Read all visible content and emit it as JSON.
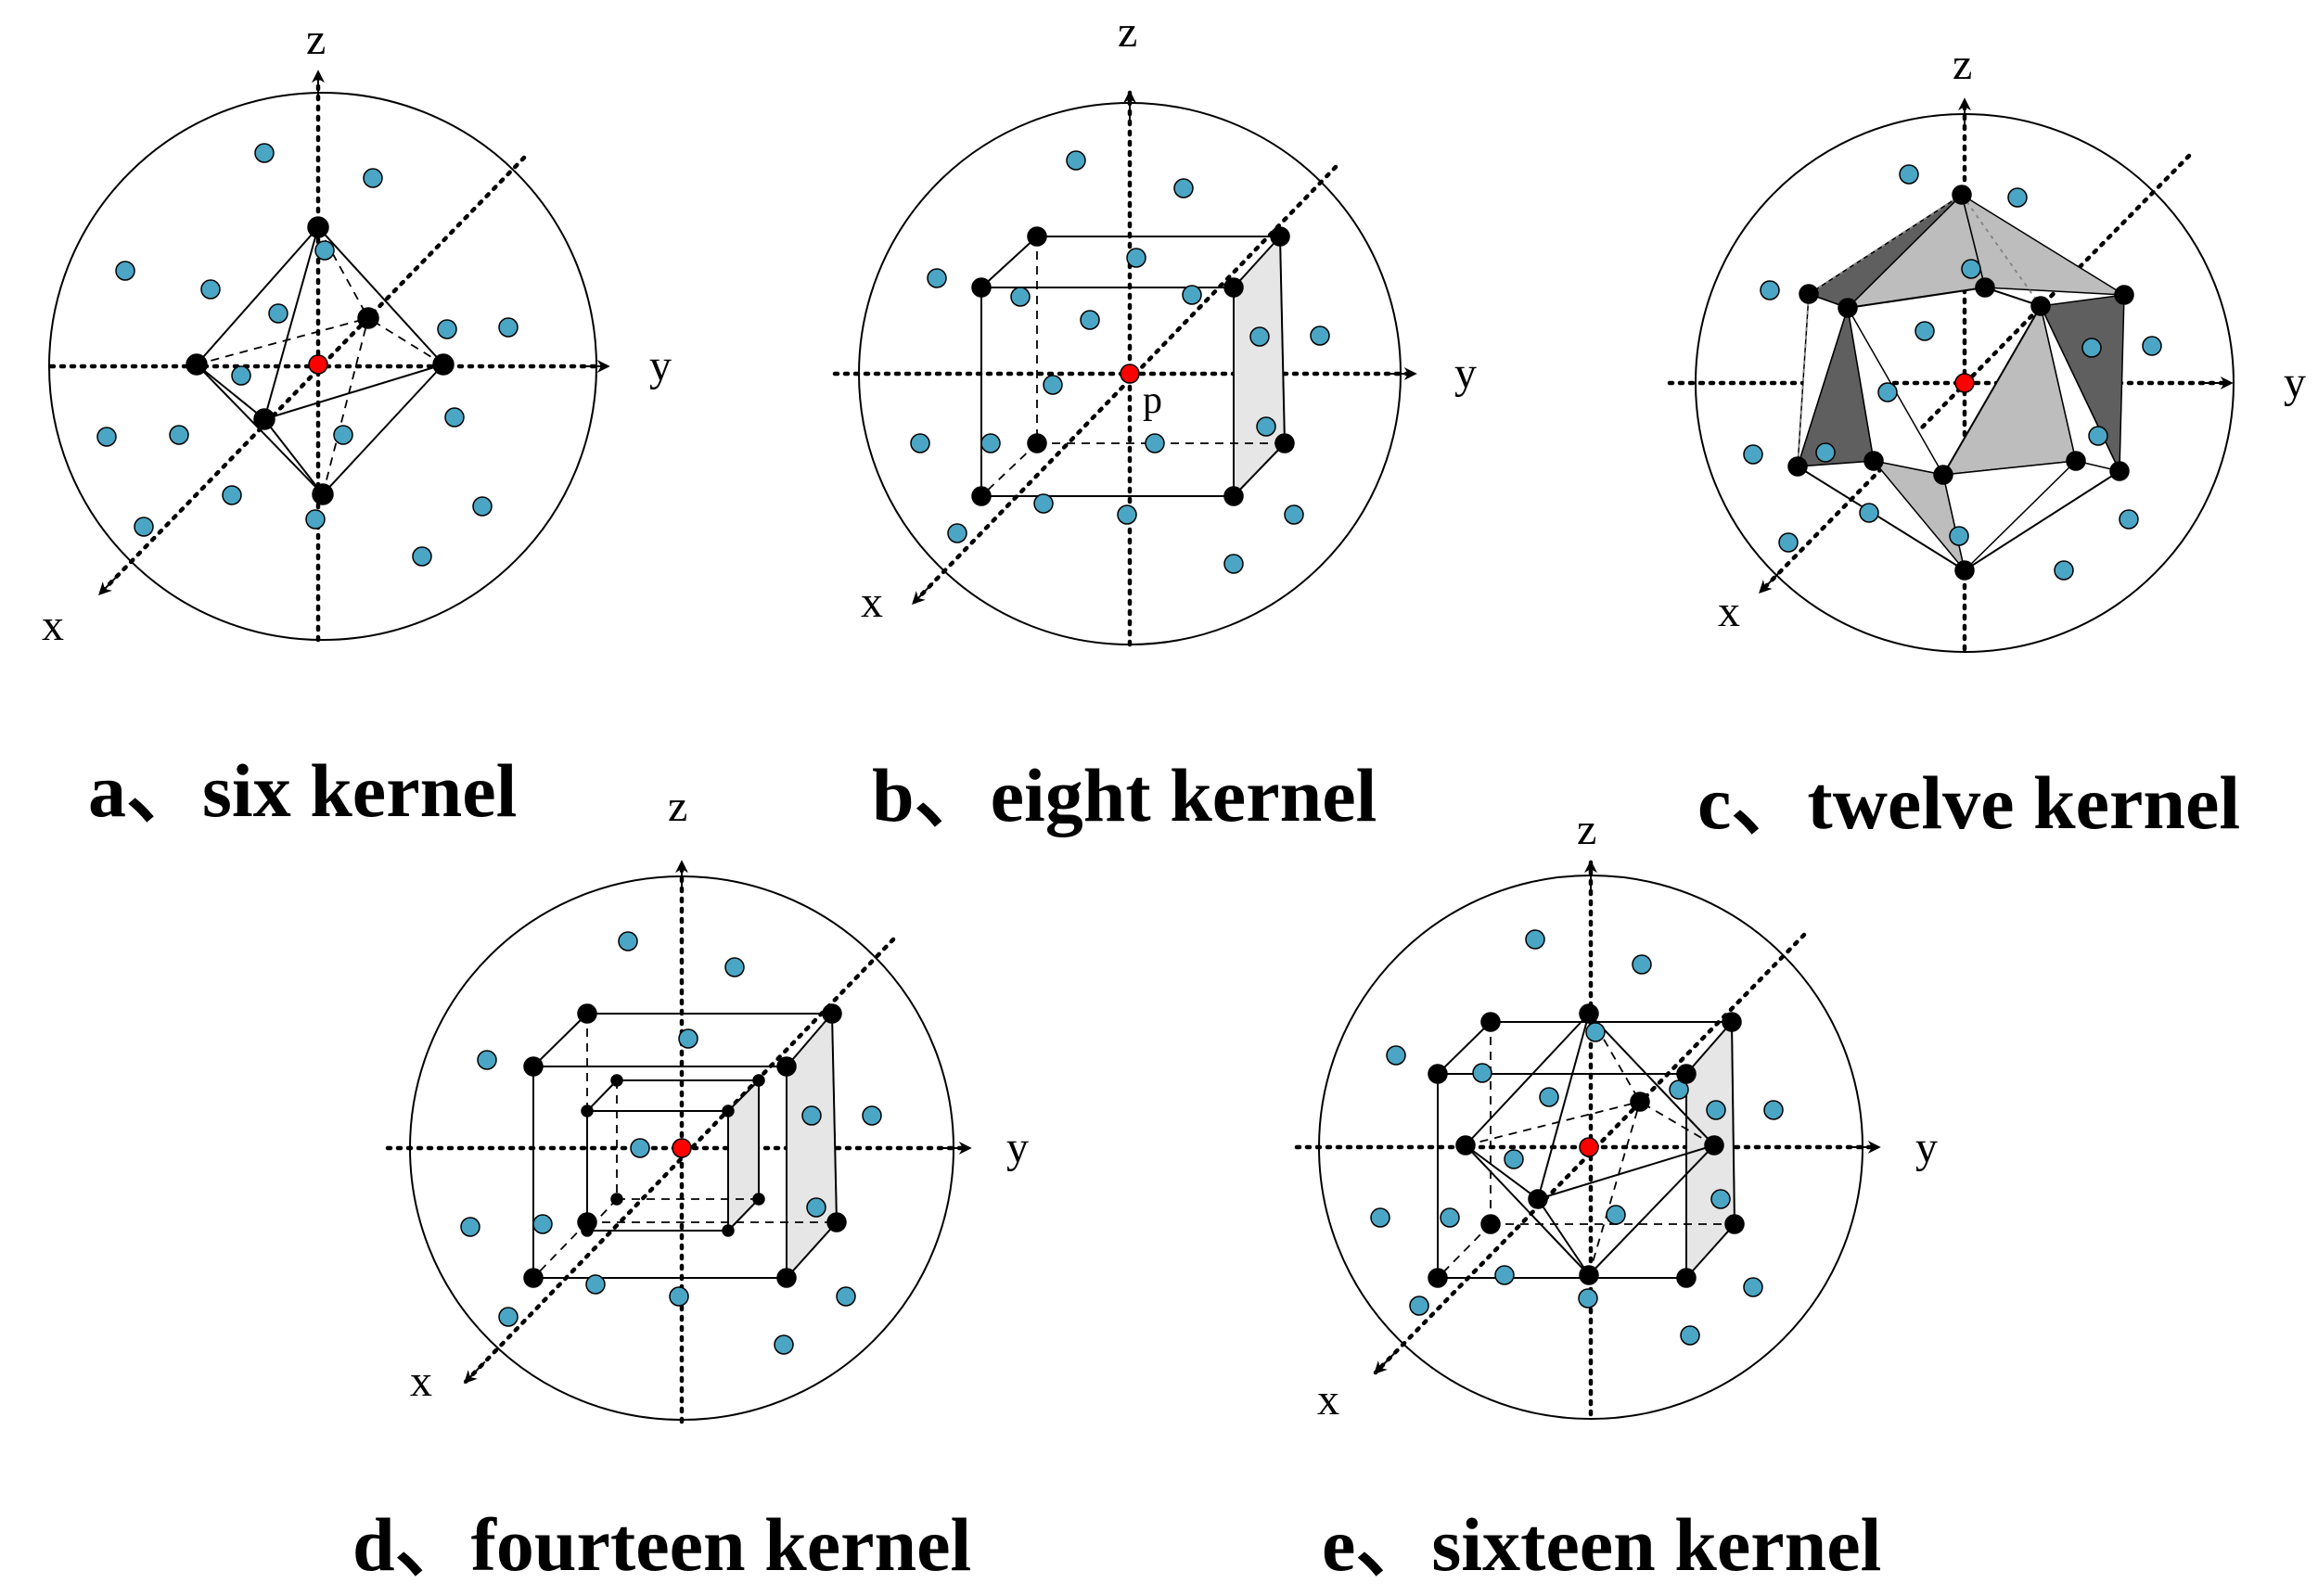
{
  "colors": {
    "background": "#ffffff",
    "vertex": "#000000",
    "sample_point": "#4aa6c4",
    "center_point": "#ff0000",
    "light_face": "#e6e6e6",
    "mid_face": "#bdbdbd",
    "dark_face": "#5f5f5f"
  },
  "panels": [
    {
      "id": "a",
      "caption": "a、six kernel",
      "x_label": "x",
      "y_label": "y",
      "z_label": "z"
    },
    {
      "id": "b",
      "caption": "b、eight kernel",
      "x_label": "x",
      "y_label": "y",
      "z_label": "z",
      "center_label": "p"
    },
    {
      "id": "c",
      "caption": "c、twelve kernel",
      "x_label": "x",
      "y_label": "y",
      "z_label": "z"
    },
    {
      "id": "d",
      "caption": "d、fourteen kernel",
      "x_label": "x",
      "y_label": "y",
      "z_label": "z"
    },
    {
      "id": "e",
      "caption": "e、sixteen kernel",
      "x_label": "x",
      "y_label": "y",
      "z_label": "z"
    }
  ]
}
